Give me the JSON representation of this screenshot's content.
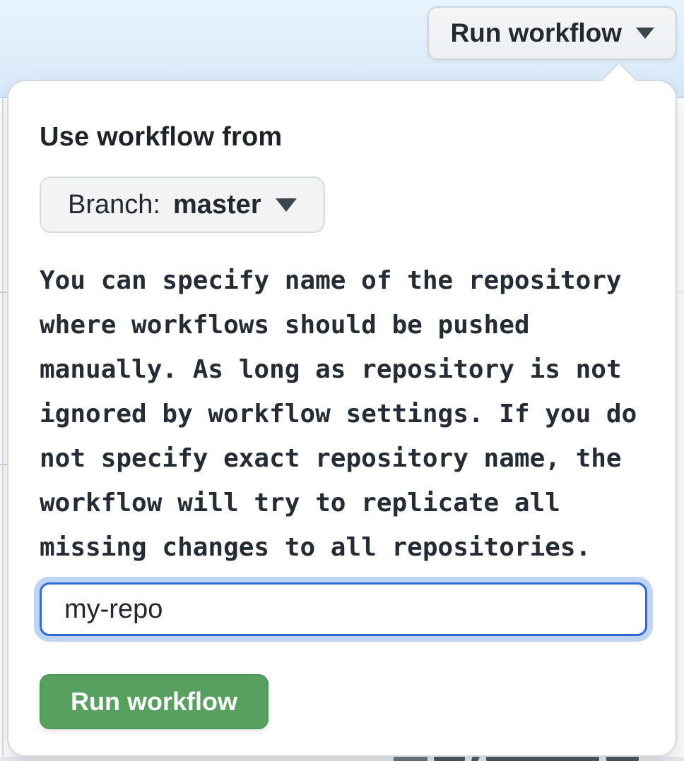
{
  "header": {
    "run_workflow_dropdown_label": "Run workflow"
  },
  "popover": {
    "title": "Use workflow from",
    "branch_button": {
      "prefix": "Branch:",
      "branch": "master"
    },
    "description": "You can specify name of the repository\nwhere workflows should be pushed\nmanually. As long as repository is not\nignored by workflow settings. If you do\nnot specify exact repository name, the\nworkflow will try to replicate all\nmissing changes to all repositories.",
    "repo_input": {
      "value": "my-repo"
    },
    "submit_label": "Run workflow"
  },
  "colors": {
    "banner_blue": "#ddecfa",
    "accent_blue_border": "#2e6ad0",
    "focus_ring_blue": "#bed4f3",
    "button_green": "#57a05f",
    "popover_border_gray": "#d4d9de",
    "text_dark": "#24292f"
  },
  "icons": {
    "dropdown_caret": "triangle-down"
  }
}
